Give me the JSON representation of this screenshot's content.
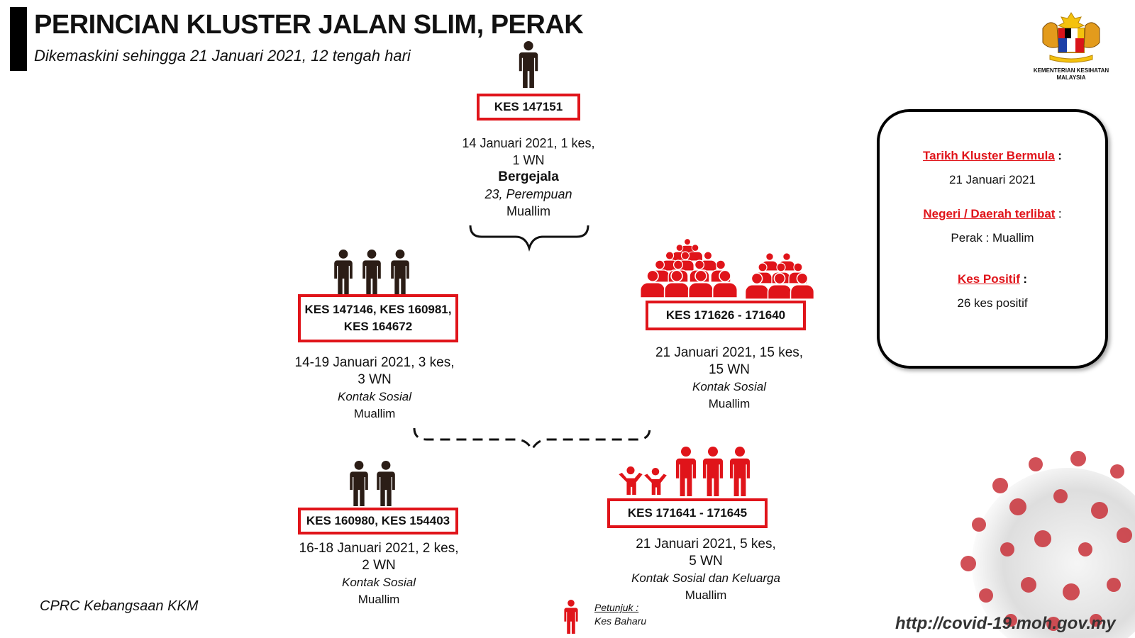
{
  "header": {
    "title": "PERINCIAN KLUSTER JALAN SLIM, PERAK",
    "subtitle": "Dikemaskini sehingga 21 Januari 2021, 12 tengah hari"
  },
  "logo": {
    "line1": "KEMENTERIAN KESIHATAN",
    "line2": "MALAYSIA"
  },
  "nodes": {
    "top": {
      "box": "KES 147151",
      "date": "14 Januari 2021, 1 kes,",
      "wn": "1 WN",
      "status": "Bergejala",
      "demo": "23, Perempuan",
      "place": "Muallim"
    },
    "left": {
      "box_line1": "KES 147146, KES 160981,",
      "box_line2": "KES 164672",
      "date": "14-19 Januari 2021, 3 kes,",
      "wn": "3 WN",
      "contact": "Kontak Sosial",
      "place": "Muallim"
    },
    "right": {
      "box": "KES 171626 - 171640",
      "date": "21 Januari 2021, 15 kes,",
      "wn": "15 WN",
      "contact": "Kontak Sosial",
      "place": "Muallim"
    },
    "bottom_left": {
      "box": "KES 160980, KES 154403",
      "date": "16-18 Januari 2021, 2 kes,",
      "wn": "2 WN",
      "contact": "Kontak Sosial",
      "place": "Muallim"
    },
    "bottom_right": {
      "box": "KES 171641 - 171645",
      "date": "21 Januari 2021, 5 kes,",
      "wn": "5 WN",
      "contact": "Kontak Sosial dan Keluarga",
      "place": "Muallim"
    }
  },
  "info": {
    "start_label": "Tarikh Kluster Bermula",
    "start_value": "21 Januari 2021",
    "region_label": "Negeri / Daerah terlibat",
    "region_value": "Perak : Muallim",
    "positive_label": "Kes Positif",
    "positive_value": "26 kes positif",
    "colon": ":"
  },
  "legend": {
    "title": "Petunjuk :",
    "item": "Kes Baharu"
  },
  "footer": {
    "source": "CPRC Kebangsaan KKM",
    "url": "http://covid-19.moh.gov.my"
  },
  "colors": {
    "accent": "#e0141a",
    "existing_case": "#2b1d16",
    "new_case": "#e0141a"
  }
}
